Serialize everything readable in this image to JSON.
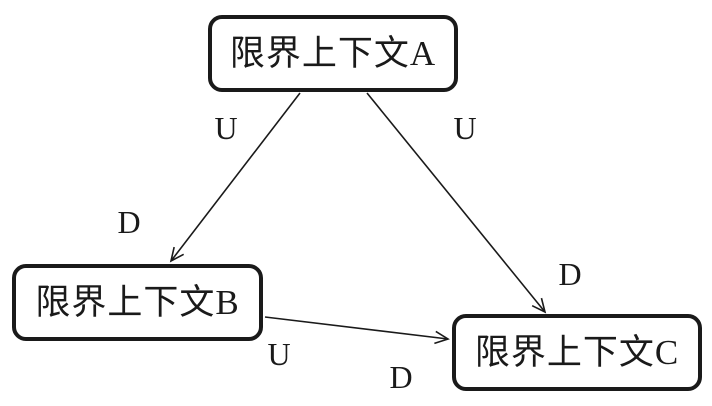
{
  "diagram": {
    "title": "bounded-context-map",
    "nodes": [
      {
        "id": "A",
        "label": "限界上下文A"
      },
      {
        "id": "B",
        "label": "限界上下文B"
      },
      {
        "id": "C",
        "label": "限界上下文C"
      }
    ],
    "edges": [
      {
        "from": "A",
        "to": "B",
        "source_label": "U",
        "target_label": "D"
      },
      {
        "from": "A",
        "to": "C",
        "source_label": "U",
        "target_label": "D"
      },
      {
        "from": "B",
        "to": "C",
        "source_label": "U",
        "target_label": "D"
      }
    ],
    "colors": {
      "line": "#1a1a1a",
      "text": "#1a1a1a",
      "background": "#ffffff"
    }
  }
}
